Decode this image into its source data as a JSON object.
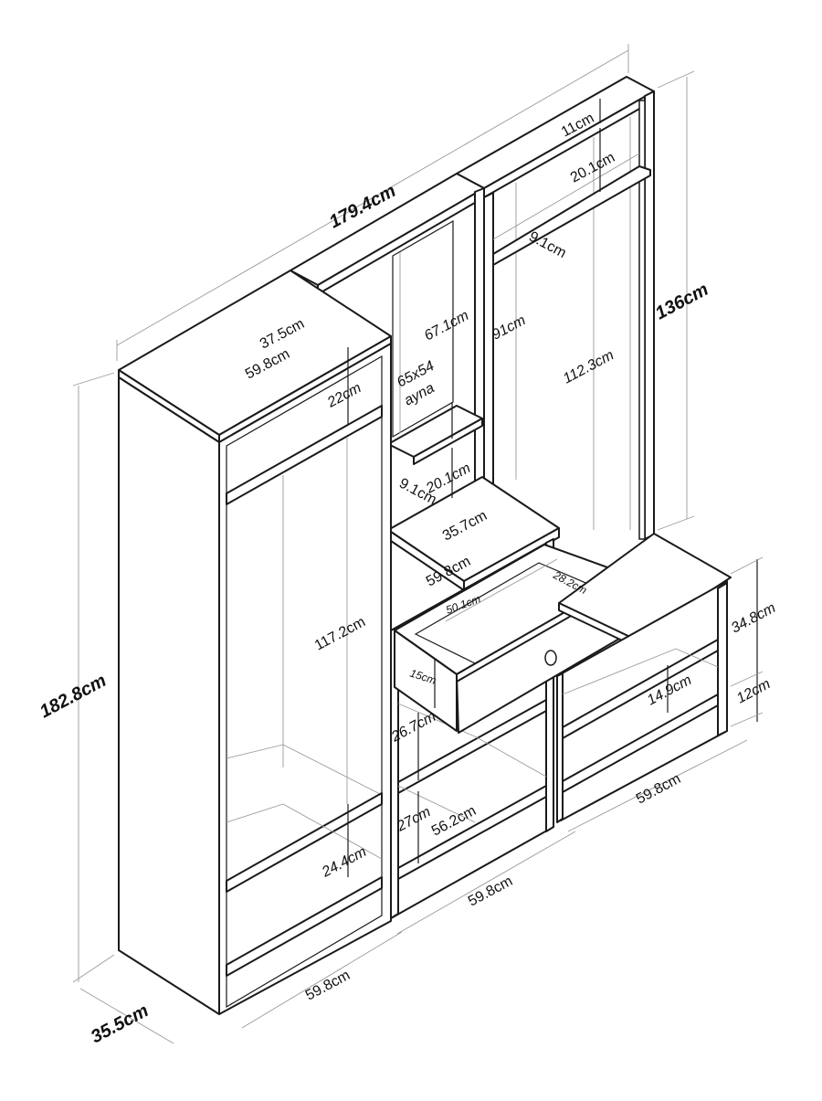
{
  "drawing": {
    "title": "Hallway furniture unit dimensions",
    "overall": {
      "width": "179.4cm",
      "height_tall": "182.8cm",
      "height_mid": "136cm",
      "depth": "35.5cm"
    },
    "left_tower": {
      "top_depth": "37.5cm",
      "top_width": "59.8cm",
      "top_shelf_gap": "22cm",
      "hanging_height": "117.2cm",
      "bottom_shelf_gap": "24.4cm",
      "base_width": "59.8cm"
    },
    "mirror_section": {
      "mirror_height": "67.1cm",
      "mirror_size": "65x54",
      "mirror_word": "ayna",
      "shelf_depth": "9.1cm",
      "shelf_gap": "20.1cm",
      "desk_depth": "35.7cm",
      "desk_width": "59.8cm"
    },
    "drawer": {
      "inner_width": "50.1cm",
      "inner_depth": "28.2cm",
      "height": "15cm"
    },
    "center_lower": {
      "upper_gap": "26.7cm",
      "lower_gap": "27cm",
      "shelf_width": "56.2cm",
      "base_width": "59.8cm"
    },
    "right_tower": {
      "top_gap": "11cm",
      "shelf_gap": "20.1cm",
      "shelf_depth": "9.1cm",
      "panel_height": "91cm",
      "hanging_height": "112.3cm"
    },
    "bench": {
      "height": "34.8cm",
      "shelf_gap": "14.9cm",
      "base_gap": "12cm",
      "width": "59.8cm"
    }
  }
}
